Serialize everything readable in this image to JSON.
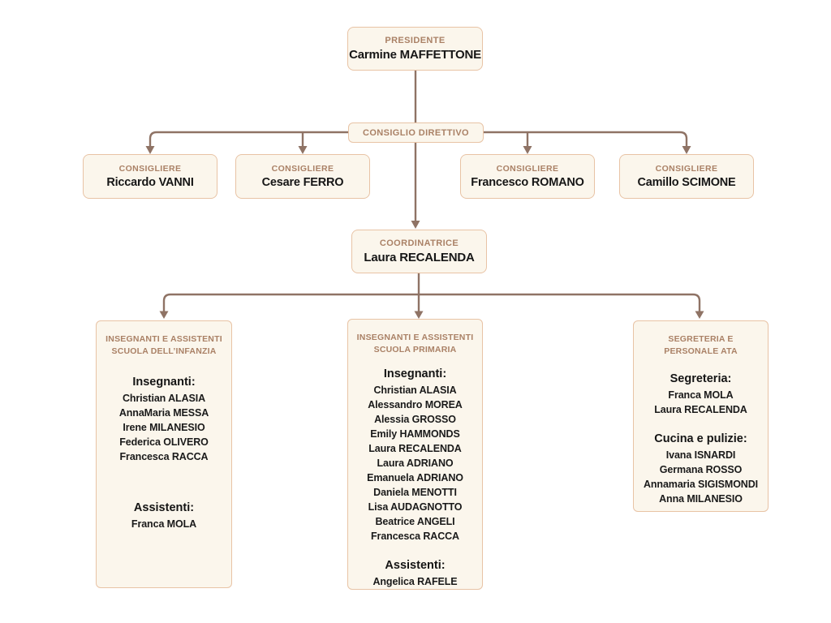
{
  "org": {
    "president": {
      "role": "PRESIDENTE",
      "name": "Carmine MAFFETTONE"
    },
    "board": {
      "label": "CONSIGLIO DIRETTIVO"
    },
    "councilors": [
      {
        "role": "CONSIGLIERE",
        "name": "Riccardo VANNI"
      },
      {
        "role": "CONSIGLIERE",
        "name": "Cesare FERRO"
      },
      {
        "role": "CONSIGLIERE",
        "name": "Francesco ROMANO"
      },
      {
        "role": "CONSIGLIERE",
        "name": "Camillo SCIMONE"
      }
    ],
    "coordinator": {
      "role": "COORDINATRICE",
      "name": "Laura RECALENDA"
    },
    "departments": [
      {
        "title_line1": "INSEGNANTI E ASSISTENTI",
        "title_line2": "SCUOLA DELL’INFANZIA",
        "sections": [
          {
            "heading": "Insegnanti:",
            "members": [
              "Christian ALASIA",
              "AnnaMaria MESSA",
              "Irene MILANESIO",
              "Federica OLIVERO",
              "Francesca RACCA"
            ]
          },
          {
            "heading": "Assistenti:",
            "members": [
              "Franca MOLA"
            ]
          }
        ]
      },
      {
        "title_line1": "INSEGNANTI E ASSISTENTI",
        "title_line2": "SCUOLA PRIMARIA",
        "sections": [
          {
            "heading": "Insegnanti:",
            "members": [
              "Christian ALASIA",
              "Alessandro MOREA",
              "Alessia GROSSO",
              "Emily HAMMONDS",
              "Laura RECALENDA",
              "Laura ADRIANO",
              "Emanuela ADRIANO",
              "Daniela MENOTTI",
              "Lisa AUDAGNOTTO",
              "Beatrice ANGELI",
              "Francesca RACCA"
            ]
          },
          {
            "heading": "Assistenti:",
            "members": [
              "Angelica RAFELE"
            ]
          }
        ]
      },
      {
        "title_line1": "SEGRETERIA E",
        "title_line2": "PERSONALE ATA",
        "sections": [
          {
            "heading": "Segreteria:",
            "members": [
              "Franca MOLA",
              "Laura RECALENDA"
            ]
          },
          {
            "heading": "Cucina e pulizie:",
            "members": [
              "Ivana ISNARDI",
              "Germana ROSSO",
              "Annamaria SIGISMONDI",
              "Anna MILANESIO"
            ]
          }
        ]
      }
    ]
  },
  "colors": {
    "background": "#ffffff",
    "box_fill": "#fbf6ec",
    "box_border": "#e8c3a5",
    "role_text": "#aa8166",
    "name_text": "#161616",
    "connector": "#8f7365"
  }
}
